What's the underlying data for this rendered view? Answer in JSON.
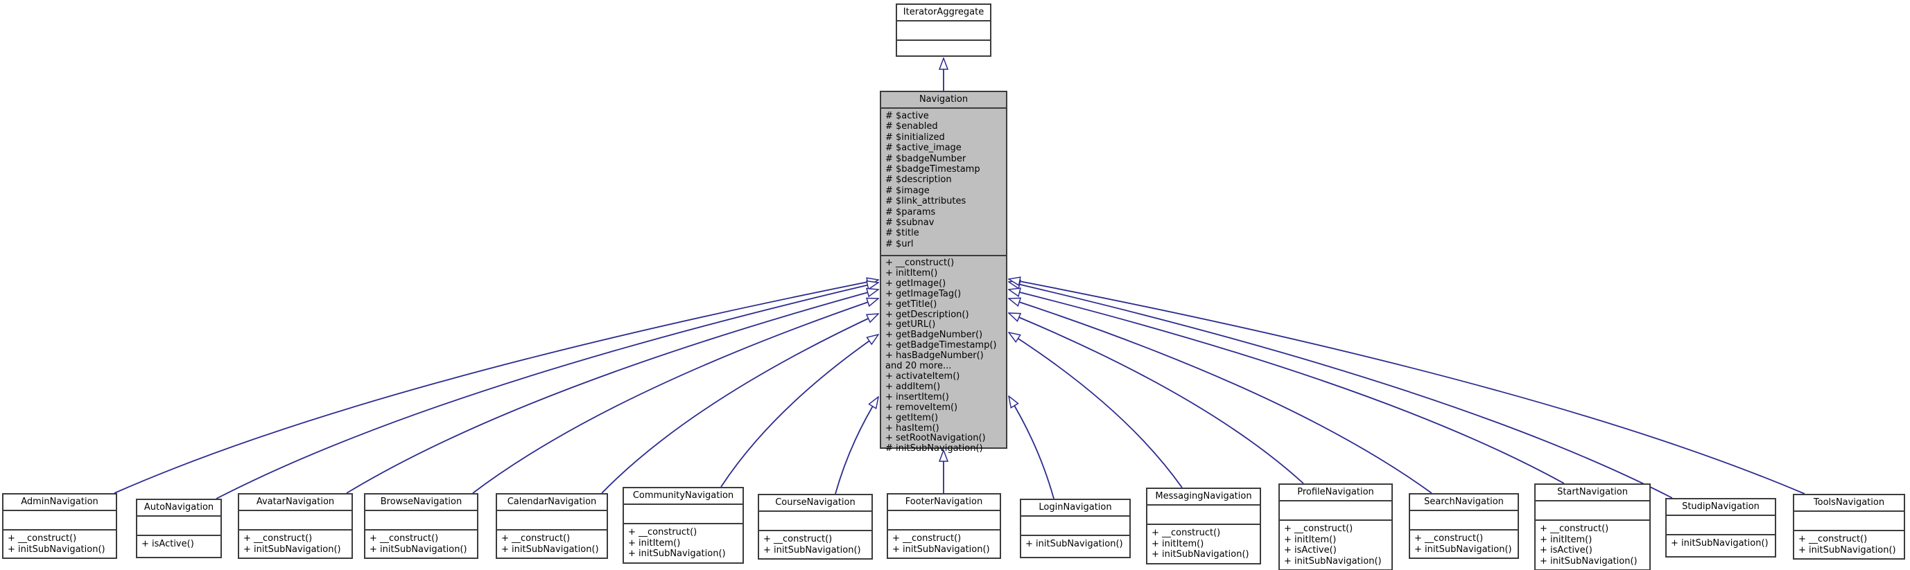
{
  "diagram": {
    "kind": "uml-class-inheritance",
    "colors": {
      "edge": "#2b2b8f",
      "border": "#3c3c3c",
      "box_fill": "#ffffff",
      "highlight_fill": "#bfbfbf",
      "text": "#000000"
    },
    "classes": [
      {
        "id": "IteratorAggregate",
        "name": "IteratorAggregate",
        "highlighted": false,
        "attributes": [],
        "methods": []
      },
      {
        "id": "Navigation",
        "name": "Navigation",
        "highlighted": true,
        "attributes": [
          "# $active",
          "# $enabled",
          "# $initialized",
          "# $active_image",
          "# $badgeNumber",
          "# $badgeTimestamp",
          "# $description",
          "# $image",
          "# $link_attributes",
          "# $params",
          "# $subnav",
          "# $title",
          "# $url"
        ],
        "methods": [
          "+ __construct()",
          "+ initItem()",
          "+ getImage()",
          "+ getImageTag()",
          "+ getTitle()",
          "+ getDescription()",
          "+ getURL()",
          "+ getBadgeNumber()",
          "+ getBadgeTimestamp()",
          "+ hasBadgeNumber()",
          "and 20 more...",
          "+ activateItem()",
          "+ addItem()",
          "+ insertItem()",
          "+ removeItem()",
          "+ getItem()",
          "+ hasItem()",
          "+ setRootNavigation()",
          "# initSubNavigation()"
        ]
      },
      {
        "id": "AdminNavigation",
        "name": "AdminNavigation",
        "highlighted": false,
        "attributes": [],
        "methods": [
          "+ __construct()",
          "+ initSubNavigation()"
        ]
      },
      {
        "id": "AutoNavigation",
        "name": "AutoNavigation",
        "highlighted": false,
        "attributes": [],
        "methods": [
          "+ isActive()"
        ]
      },
      {
        "id": "AvatarNavigation",
        "name": "AvatarNavigation",
        "highlighted": false,
        "attributes": [],
        "methods": [
          "+ __construct()",
          "+ initSubNavigation()"
        ]
      },
      {
        "id": "BrowseNavigation",
        "name": "BrowseNavigation",
        "highlighted": false,
        "attributes": [],
        "methods": [
          "+ __construct()",
          "+ initSubNavigation()"
        ]
      },
      {
        "id": "CalendarNavigation",
        "name": "CalendarNavigation",
        "highlighted": false,
        "attributes": [],
        "methods": [
          "+ __construct()",
          "+ initSubNavigation()"
        ]
      },
      {
        "id": "CommunityNavigation",
        "name": "CommunityNavigation",
        "highlighted": false,
        "attributes": [],
        "methods": [
          "+ __construct()",
          "+ initItem()",
          "+ initSubNavigation()"
        ]
      },
      {
        "id": "CourseNavigation",
        "name": "CourseNavigation",
        "highlighted": false,
        "attributes": [],
        "methods": [
          "+ __construct()",
          "+ initSubNavigation()"
        ]
      },
      {
        "id": "FooterNavigation",
        "name": "FooterNavigation",
        "highlighted": false,
        "attributes": [],
        "methods": [
          "+ __construct()",
          "+ initSubNavigation()"
        ]
      },
      {
        "id": "LoginNavigation",
        "name": "LoginNavigation",
        "highlighted": false,
        "attributes": [],
        "methods": [
          "+ initSubNavigation()"
        ]
      },
      {
        "id": "MessagingNavigation",
        "name": "MessagingNavigation",
        "highlighted": false,
        "attributes": [],
        "methods": [
          "+ __construct()",
          "+ initItem()",
          "+ initSubNavigation()"
        ]
      },
      {
        "id": "ProfileNavigation",
        "name": "ProfileNavigation",
        "highlighted": false,
        "attributes": [],
        "methods": [
          "+ __construct()",
          "+ initItem()",
          "+ isActive()",
          "+ initSubNavigation()"
        ]
      },
      {
        "id": "SearchNavigation",
        "name": "SearchNavigation",
        "highlighted": false,
        "attributes": [],
        "methods": [
          "+ __construct()",
          "+ initSubNavigation()"
        ]
      },
      {
        "id": "StartNavigation",
        "name": "StartNavigation",
        "highlighted": false,
        "attributes": [],
        "methods": [
          "+ __construct()",
          "+ initItem()",
          "+ isActive()",
          "+ initSubNavigation()"
        ]
      },
      {
        "id": "StudipNavigation",
        "name": "StudipNavigation",
        "highlighted": false,
        "attributes": [],
        "methods": [
          "+ initSubNavigation()"
        ]
      },
      {
        "id": "ToolsNavigation",
        "name": "ToolsNavigation",
        "highlighted": false,
        "attributes": [],
        "methods": [
          "+ __construct()",
          "+ initSubNavigation()"
        ]
      }
    ],
    "edges": [
      {
        "from": "Navigation",
        "to": "IteratorAggregate",
        "type": "inheritance"
      },
      {
        "from": "AdminNavigation",
        "to": "Navigation",
        "type": "inheritance"
      },
      {
        "from": "AutoNavigation",
        "to": "Navigation",
        "type": "inheritance"
      },
      {
        "from": "AvatarNavigation",
        "to": "Navigation",
        "type": "inheritance"
      },
      {
        "from": "BrowseNavigation",
        "to": "Navigation",
        "type": "inheritance"
      },
      {
        "from": "CalendarNavigation",
        "to": "Navigation",
        "type": "inheritance"
      },
      {
        "from": "CommunityNavigation",
        "to": "Navigation",
        "type": "inheritance"
      },
      {
        "from": "CourseNavigation",
        "to": "Navigation",
        "type": "inheritance"
      },
      {
        "from": "FooterNavigation",
        "to": "Navigation",
        "type": "inheritance"
      },
      {
        "from": "LoginNavigation",
        "to": "Navigation",
        "type": "inheritance"
      },
      {
        "from": "MessagingNavigation",
        "to": "Navigation",
        "type": "inheritance"
      },
      {
        "from": "ProfileNavigation",
        "to": "Navigation",
        "type": "inheritance"
      },
      {
        "from": "SearchNavigation",
        "to": "Navigation",
        "type": "inheritance"
      },
      {
        "from": "StartNavigation",
        "to": "Navigation",
        "type": "inheritance"
      },
      {
        "from": "StudipNavigation",
        "to": "Navigation",
        "type": "inheritance"
      },
      {
        "from": "ToolsNavigation",
        "to": "Navigation",
        "type": "inheritance"
      }
    ]
  }
}
